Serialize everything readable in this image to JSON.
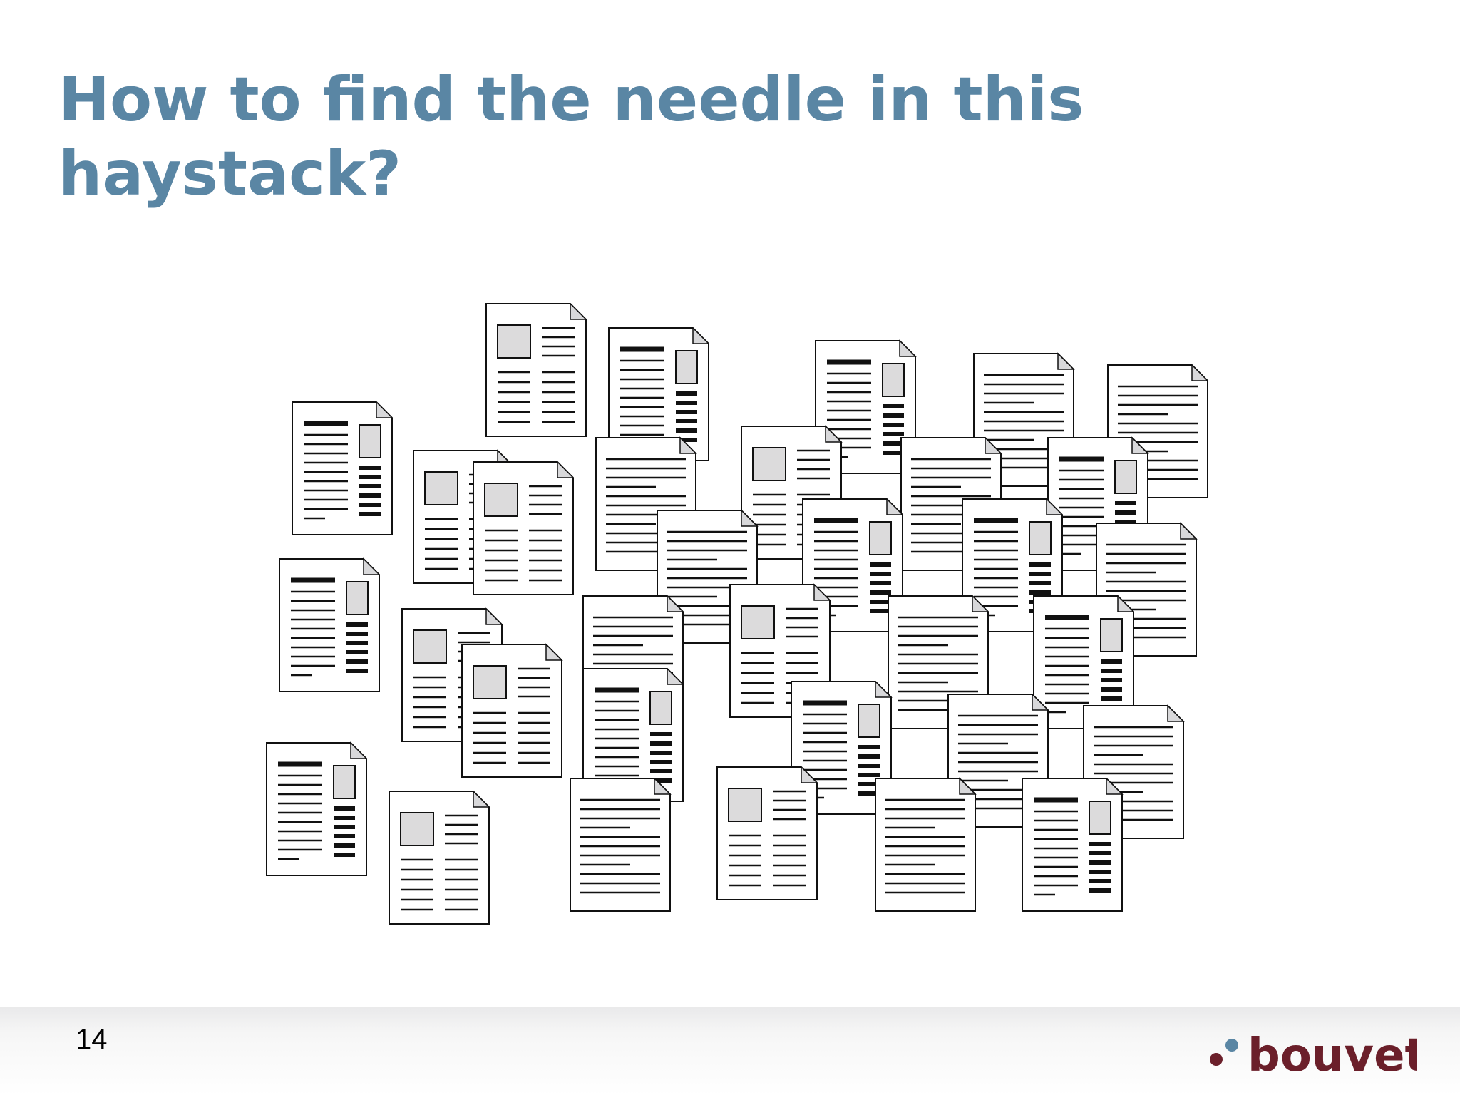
{
  "slide": {
    "title_lines": [
      "How to find the needle in this",
      "haystack?"
    ],
    "page_number": "14"
  },
  "logo": {
    "text": "bouvet",
    "dot_colors": [
      "#5a86a4",
      "#6b1f2a"
    ],
    "text_color": "#6b1f2a"
  },
  "theme": {
    "title_color": "#5a86a4"
  }
}
